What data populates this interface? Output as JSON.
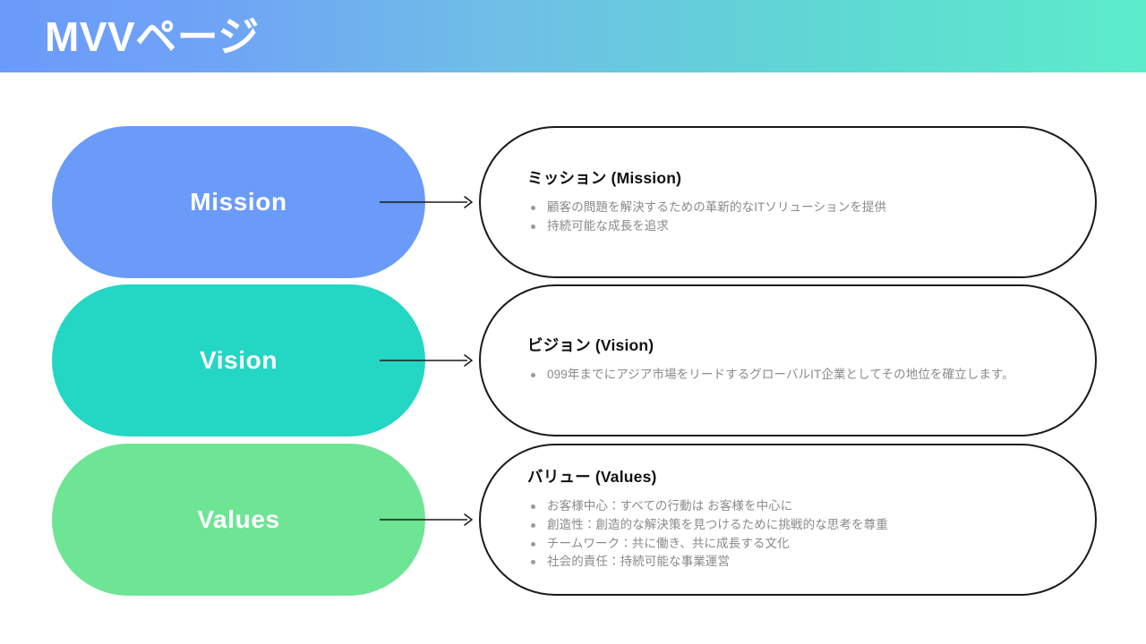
{
  "header": {
    "title": "MVVページ",
    "gradient_from": "#6b9bfa",
    "gradient_to": "#5ceccb"
  },
  "colors": {
    "background": "#ffffff",
    "card_border": "#1a1a1a",
    "card_fill": "#ffffff",
    "heading_text": "#111111",
    "body_text": "#8a8a8a",
    "bullet": "#9a9a9a",
    "arrow": "#1a1a1a",
    "pill_label_text": "#ffffff"
  },
  "rows": [
    {
      "pill_label": "Mission",
      "pill_color": "#6b9bf8",
      "card_title": "ミッション (Mission)",
      "bullets": [
        "顧客の問題を解決するための革新的なITソリューションを提供",
        "持続可能な成長を追求"
      ]
    },
    {
      "pill_label": "Vision",
      "pill_color": "#24d6c4",
      "card_title": "ビジョン (Vision)",
      "bullets": [
        "099年までにアジア市場をリードするグローバルIT企業としてその地位を確立します。"
      ]
    },
    {
      "pill_label": "Values",
      "pill_color": "#6ee495",
      "card_title": "バリュー (Values)",
      "bullets": [
        "お客様中心：すべての行動は お客様を中心に",
        "創造性：創造的な解決策を見つけるために挑戦的な思考を尊重",
        "チームワーク：共に働き、共に成長する文化",
        "社会的責任：持続可能な事業運営"
      ]
    }
  ]
}
